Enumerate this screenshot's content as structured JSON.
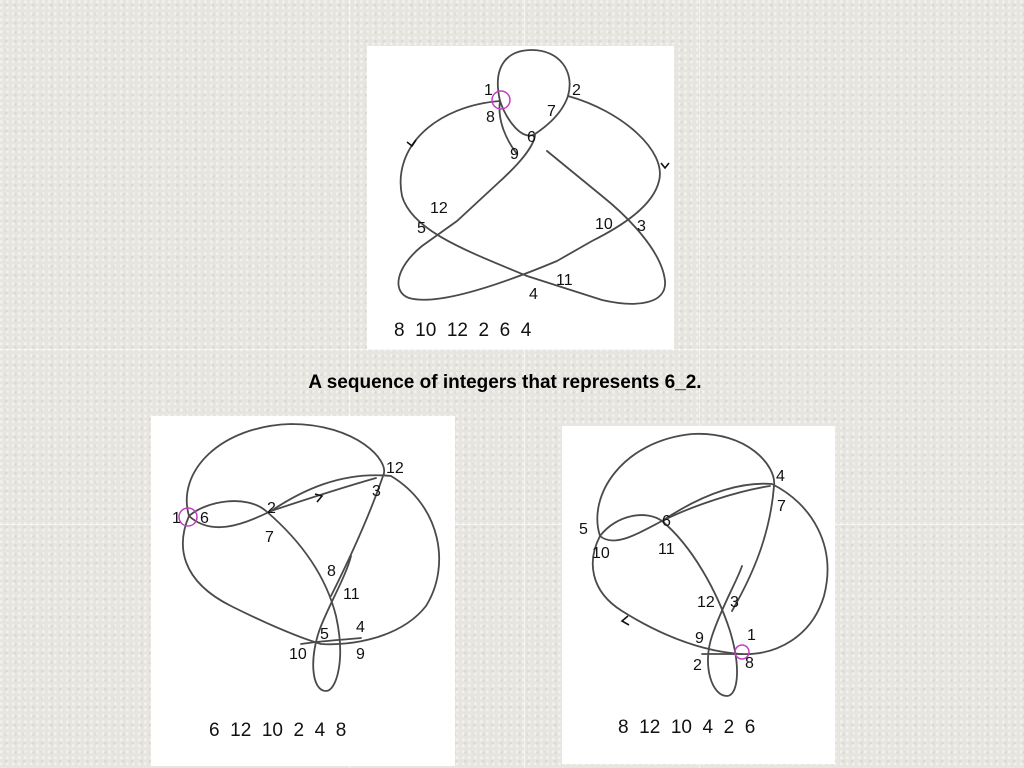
{
  "caption": "A sequence of integers that represents 6_2.",
  "diagrams": [
    {
      "sequence": "8  10  12  2  6  4",
      "labels": [
        "1",
        "2",
        "8",
        "7",
        "6",
        "9",
        "12",
        "5",
        "10",
        "3",
        "11",
        "4"
      ]
    },
    {
      "sequence": "6  12  10  2  4  8",
      "labels": [
        "12",
        "3",
        "2",
        "7",
        "1",
        "6",
        "8",
        "11",
        "5",
        "4",
        "10",
        "9"
      ]
    },
    {
      "sequence": "8  12  10  4  2  6",
      "labels": [
        "4",
        "7",
        "5",
        "6",
        "10",
        "11",
        "12",
        "3",
        "9",
        "1",
        "2",
        "8"
      ]
    }
  ],
  "colors": {
    "marker": "#c040c0",
    "strand": "#4a4a4a"
  }
}
